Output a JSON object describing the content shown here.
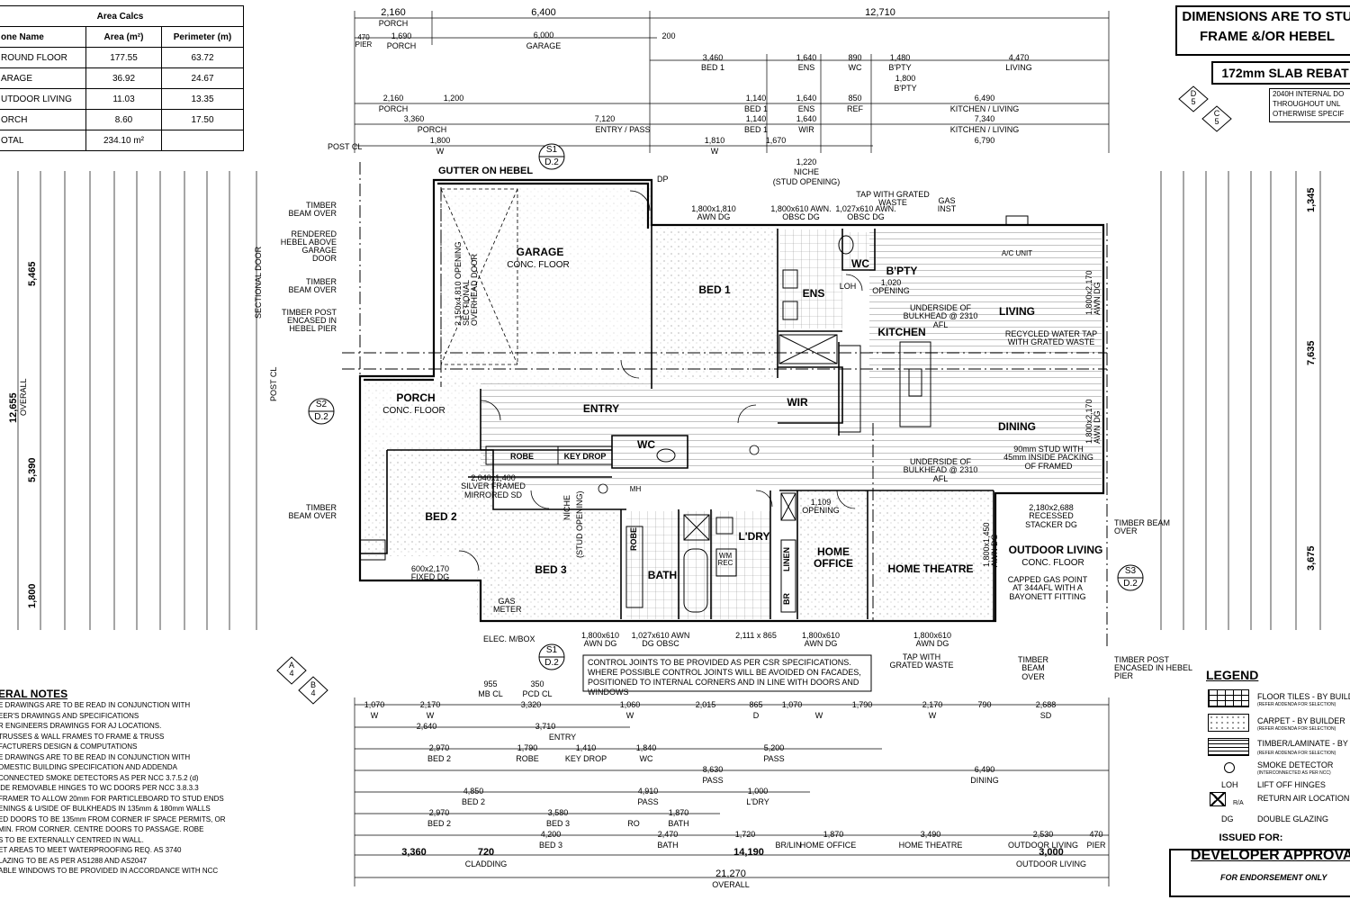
{
  "area_calcs": {
    "title": "Area Calcs",
    "headers": [
      "one Name",
      "Area (m²)",
      "Perimeter (m)"
    ],
    "rows": [
      [
        "ROUND FLOOR",
        "177.55",
        "63.72"
      ],
      [
        "ARAGE",
        "36.92",
        "24.67"
      ],
      [
        "UTDOOR LIVING",
        "11.03",
        "13.35"
      ],
      [
        "ORCH",
        "8.60",
        "17.50"
      ],
      [
        "OTAL",
        "234.10 m²",
        ""
      ]
    ]
  },
  "header_notes": {
    "dims_note_line1": "DIMENSIONS ARE TO STU",
    "dims_note_line2": "FRAME &/OR HEBEL",
    "slab_note": "172mm SLAB REBAT",
    "door_note": [
      "2040H INTERNAL DO",
      "THROUGHOUT UNL",
      "OTHERWISE SPECIF"
    ]
  },
  "section_markers": {
    "s1_top": [
      "S1",
      "D.2"
    ],
    "s1_bottom": [
      "S1",
      "D.2"
    ],
    "s2": [
      "S2",
      "D.2"
    ],
    "s3": [
      "S3",
      "D.2"
    ],
    "d5": [
      "D",
      "5"
    ],
    "c5": [
      "C",
      "5"
    ],
    "a4": [
      "A",
      "4"
    ],
    "b4": [
      "B",
      "4"
    ]
  },
  "rooms": {
    "garage": "GARAGE",
    "garage_floor": "CONC. FLOOR",
    "bed1": "BED 1",
    "ens": "ENS",
    "wc_top": "WC",
    "bpty": "B'PTY",
    "living": "LIVING",
    "kitchen": "KITCHEN",
    "porch": "PORCH",
    "porch_floor": "CONC. FLOOR",
    "entry": "ENTRY",
    "wir": "WIR",
    "dining": "DINING",
    "wc_mid": "WC",
    "bed2": "BED 2",
    "bed3": "BED 3",
    "bath": "BATH",
    "ldry": "L'DRY",
    "home_office": "HOME OFFICE",
    "home_theatre": "HOME THEATRE",
    "outdoor_living": "OUTDOOR LIVING",
    "outdoor_floor": "CONC. FLOOR",
    "robe": "ROBE",
    "key_drop": "KEY DROP",
    "linen": "LINEN",
    "br": "BR",
    "robe_v": "ROBE",
    "mh": "MH",
    "wm_rec": "WM REC",
    "ac_unit": "A/C UNIT"
  },
  "annotations": [
    "GUTTER ON HEBEL",
    "TIMBER BEAM OVER",
    "RENDERED HEBEL ABOVE GARAGE DOOR",
    "TIMBER BEAM OVER",
    "TIMBER POST ENCASED IN HEBEL PIER",
    "TIMBER BEAM OVER",
    "POST CL",
    "POST CL",
    "DP",
    "1,800x1,810 AWN DG",
    "1,800x610 AWN. OBSC DG",
    "1,027x610 AWN. OBSC DG",
    "TAP WITH GRATED WASTE",
    "GAS INST",
    "UNDERSIDE OF BULKHEAD @ 2310 AFL",
    "RECYCLED WATER TAP WITH GRATED WASTE",
    "UNDERSIDE OF BULKHEAD @ 2310 AFL",
    "90mm STUD WITH 45mm INSIDE PACKING OF FRAMED",
    "2,180x2,688 RECESSED STACKER DG",
    "CAPPED GAS POINT AT 344AFL WITH A BAYONETT FITTING",
    "TIMBER BEAM OVER",
    "TIMBER BEAM OVER",
    "TIMBER POST ENCASED IN HEBEL PIER",
    "2,040x1,400 SILVER FRAMED MIRRORED SD",
    "600x2,170 FIXED DG",
    "GAS METER",
    "ELEC. M/BOX",
    "1,800x610 AWN DG",
    "1,027x610 AWN DG OBSC",
    "2,111 x 865",
    "1,800x610 AWN DG",
    "1,800x2,170 AWN DG",
    "1,800x2,170 AWN DG",
    "1,800x1,450 AWN DG",
    "1,800x610 AWN DG",
    "TAP WITH GRATED WASTE",
    "(STUD OPENING)",
    "NICHE",
    "1,109 OPENING",
    "1,020 OPENING",
    "LOH",
    "2,150x4,810 OPENING SECTIONAL OVERHEAD DOOR",
    "SECTIONAL DOOR"
  ],
  "control_joints_note": "CONTROL JOINTS TO BE PROVIDED AS PER CSR SPECIFICATIONS. WHERE POSSIBLE CONTROL JOINTS WILL BE AVOIDED ON FACADES, POSITIONED TO INTERNAL CORNERS AND IN LINE WITH DOORS AND WINDOWS",
  "top_dims": {
    "row1": [
      [
        "2,160",
        "PORCH"
      ],
      [
        "6,400",
        ""
      ],
      [
        "12,710",
        ""
      ]
    ],
    "row2": [
      [
        "470 PIER",
        ""
      ],
      [
        "1,690",
        "PORCH"
      ],
      [
        "6,000",
        "GARAGE"
      ],
      [
        "200",
        ""
      ]
    ],
    "row3": [
      [
        "3,460",
        "BED 1"
      ],
      [
        "1,640",
        "ENS"
      ],
      [
        "890",
        "WC"
      ],
      [
        "1,480",
        "B'PTY"
      ],
      [
        "4,470",
        "LIVING"
      ]
    ],
    "row3b": [
      [
        "1,800",
        "B'PTY"
      ]
    ],
    "row4": [
      [
        "2,160",
        "PORCH"
      ],
      [
        "1,200",
        ""
      ],
      [
        "1,140",
        "BED 1"
      ],
      [
        "1,640",
        "ENS"
      ],
      [
        "850",
        "REF"
      ],
      [
        "6,490",
        "KITCHEN / LIVING"
      ]
    ],
    "row5": [
      [
        "3,360",
        "PORCH"
      ],
      [
        "7,120",
        "ENTRY / PASS"
      ],
      [
        "1,140",
        "BED 1"
      ],
      [
        "1,640",
        "WIR"
      ],
      [
        "7,340",
        "KITCHEN / LIVING"
      ]
    ],
    "row6": [
      [
        "1,800",
        "W"
      ],
      [
        "1,810",
        "W"
      ],
      [
        "1,670",
        ""
      ],
      [
        "6,790",
        ""
      ]
    ],
    "niche": [
      "1,220",
      "NICHE",
      "(STUD OPENING)"
    ]
  },
  "bottom_dims": {
    "row0": [
      [
        "955",
        "MB CL"
      ],
      [
        "350",
        "PCD CL"
      ]
    ],
    "row1": [
      [
        "1,070",
        "W"
      ],
      [
        "2,170",
        "W"
      ],
      [
        "3,320",
        ""
      ],
      [
        "1,060",
        "W"
      ],
      [
        "2,015",
        ""
      ],
      [
        "865",
        "D"
      ],
      [
        "1,070",
        "W"
      ],
      [
        "1,790",
        ""
      ],
      [
        "2,170",
        "W"
      ],
      [
        "790",
        ""
      ],
      [
        "2,688",
        "SD"
      ]
    ],
    "row2": [
      [
        "2,640",
        "ENTRY"
      ],
      [
        "3,710",
        ""
      ]
    ],
    "row3": [
      [
        "2,970",
        "BED 2"
      ],
      [
        "1,790",
        "ROBE"
      ],
      [
        "1,410",
        "KEY DROP"
      ],
      [
        "1,840",
        "WC"
      ],
      [
        "5,200",
        "PASS"
      ]
    ],
    "row4": [
      [
        "8,630",
        "PASS"
      ],
      [
        "6,490",
        "DINING"
      ]
    ],
    "row5": [
      [
        "4,850",
        "BED 2"
      ],
      [
        "4,910",
        "PASS"
      ],
      [
        "1,000",
        "L'DRY"
      ]
    ],
    "row6": [
      [
        "2,970",
        "BED 2"
      ],
      [
        "3,580",
        "BED 3"
      ],
      [
        "RO",
        ""
      ],
      [
        "1,870",
        "BATH"
      ]
    ],
    "row7": [
      [
        "4,200",
        "BED 3"
      ],
      [
        "2,470",
        "BATH"
      ],
      [
        "1,720",
        "BR/LIN"
      ],
      [
        "1,870",
        "HOME OFFICE"
      ],
      [
        "3,490",
        "HOME THEATRE"
      ],
      [
        "2,530",
        "OUTDOOR LIVING"
      ],
      [
        "470",
        "PIER"
      ]
    ],
    "row8": [
      [
        "3,360",
        ""
      ],
      [
        "720",
        "CLADDING"
      ],
      [
        "14,190",
        ""
      ],
      [
        "3,000",
        "OUTDOOR LIVING"
      ]
    ],
    "overall": [
      "21,270",
      "OVERALL"
    ]
  },
  "left_dims": {
    "overall": [
      "12,655",
      "OVERALL"
    ],
    "a": [
      "5,465",
      ""
    ],
    "b": [
      "5,390",
      ""
    ],
    "c": [
      "1,800",
      ""
    ]
  },
  "right_dims": {
    "a": [
      "1,345",
      ""
    ],
    "b": [
      "7,635",
      ""
    ],
    "c": [
      "3,675",
      ""
    ]
  },
  "general_notes": {
    "title": "ERAL NOTES",
    "lines": [
      "E DRAWINGS ARE TO BE READ IN CONJUNCTION WITH",
      "EER'S DRAWINGS AND SPECIFICATIONS",
      "R ENGINEERS DRAWINGS FOR AJ LOCATIONS.",
      "TRUSSES & WALL FRAMES TO FRAME & TRUSS",
      "FACTURERS DESIGN & COMPUTATIONS",
      "E DRAWINGS ARE TO BE READ IN CONJUNCTION WITH",
      "OMESTIC BUILDING SPECIFICATION AND ADDENDA",
      "CONNECTED SMOKE DETECTORS AS PER NCC 3.7.5.2 (d)",
      "IDE REMOVABLE HINGES TO WC DOORS PER NCC 3.8.3.3",
      "FRAMER TO ALLOW 20mm FOR PARTICLEBOARD TO STUD ENDS",
      "ENINGS & U/SIDE OF BULKHEADS IN 135mm & 180mm WALLS",
      "ED DOORS TO BE 135mm FROM CORNER IF SPACE PERMITS, OR",
      "MIN. FROM CORNER. CENTRE DOORS TO PASSAGE. ROBE",
      "S TO BE EXTERNALLY CENTRED IN WALL.",
      "ET AREAS TO MEET WATERPROOFING REQ. AS 3740",
      "LAZING TO BE AS PER AS1288 AND AS2047",
      "ABLE WINDOWS TO BE PROVIDED IN ACCORDANCE WITH NCC"
    ]
  },
  "legend": {
    "title": "LEGEND",
    "items": [
      {
        "label": "FLOOR TILES - BY BUILD",
        "sub": "(REFER ADDENDA FOR SELECTION)"
      },
      {
        "label": "CARPET - BY BUILDER",
        "sub": "(REFER ADDENDA FOR SELECTION)"
      },
      {
        "label": "TIMBER/LAMINATE - BY B",
        "sub": "(REFER ADDENDA FOR SELECTION)"
      },
      {
        "label": "SMOKE DETECTOR",
        "sub": "(INTERCONNECTED AS PER NCC)"
      },
      {
        "label": "LIFT OFF HINGES",
        "sub": ""
      },
      {
        "label": "RETURN AIR LOCATION",
        "sub": ""
      },
      {
        "label": "DOUBLE GLAZING",
        "sub": ""
      }
    ],
    "symbols": [
      "LOH",
      "R/A",
      "DG"
    ]
  },
  "issued": {
    "label": "ISSUED FOR:",
    "value": "DEVELOPER APPROVA",
    "note": "FOR ENDORSEMENT ONLY"
  }
}
